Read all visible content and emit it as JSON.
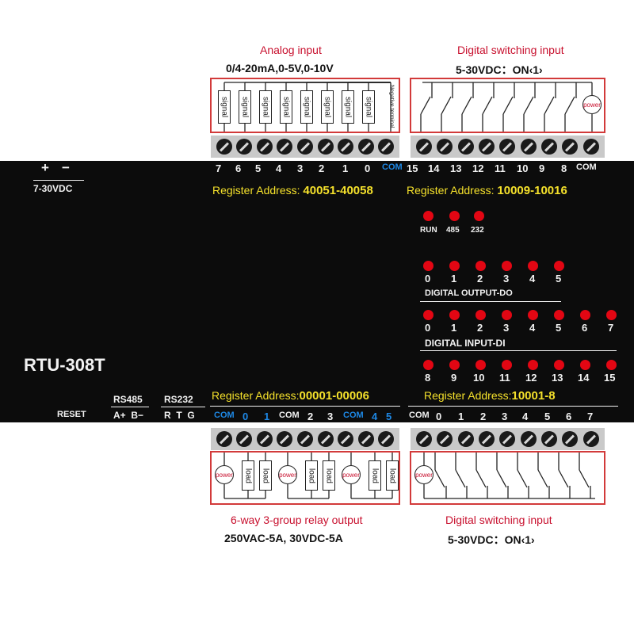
{
  "top_left": {
    "title": "Analog input",
    "spec": "0/4-20mA,0-5V,0-10V",
    "signal_label": "signal",
    "neg_label": "Negative terminal",
    "terminals": [
      "7",
      "6",
      "5",
      "4",
      "3",
      "2",
      "1",
      "0",
      "COM"
    ],
    "register_prefix": "Register Address: ",
    "register_value": "40051-40058"
  },
  "top_right": {
    "title": "Digital switching input",
    "spec": "5-30VDC：ON‹1›",
    "power_label": "power",
    "terminals": [
      "15",
      "14",
      "13",
      "12",
      "11",
      "10",
      "9",
      "8",
      "COM"
    ],
    "register_prefix": "Register Address: ",
    "register_value": "10009-10016"
  },
  "power_in": {
    "plus": "+",
    "minus": "−",
    "range": "7-30VDC"
  },
  "model": "RTU-308T",
  "status": {
    "labels": [
      "RUN",
      "485",
      "232"
    ]
  },
  "do_group": {
    "numbers": [
      "0",
      "1",
      "2",
      "3",
      "4",
      "5"
    ],
    "label": "DIGITAL OUTPUT-DO"
  },
  "di_group": {
    "numbers_a": [
      "0",
      "1",
      "2",
      "3",
      "4",
      "5",
      "6",
      "7"
    ],
    "label": "DIGITAL INPUT-DI",
    "numbers_b": [
      "8",
      "9",
      "10",
      "11",
      "12",
      "13",
      "14",
      "15"
    ]
  },
  "bottom_left": {
    "register_prefix": "Register Address:",
    "register_value": "00001-00006",
    "terminals": [
      {
        "t": "COM",
        "blue": true
      },
      {
        "t": "0",
        "blue": true
      },
      {
        "t": "1",
        "blue": true
      },
      {
        "t": "COM",
        "blue": false
      },
      {
        "t": "2",
        "blue": false
      },
      {
        "t": "3",
        "blue": false
      },
      {
        "t": "COM",
        "blue": true
      },
      {
        "t": "4",
        "blue": true
      },
      {
        "t": "5",
        "blue": true
      }
    ],
    "load_label": "load",
    "power_label": "power",
    "title": "6-way 3-group relay output",
    "spec": "250VAC-5A, 30VDC-5A"
  },
  "bottom_right": {
    "register_prefix": "Register Address:",
    "register_value": "10001-8",
    "terminals": [
      "COM",
      "0",
      "1",
      "2",
      "3",
      "4",
      "5",
      "6",
      "7"
    ],
    "power_label": "power",
    "title": "Digital switching input",
    "spec": "5-30VDC：ON‹1›"
  },
  "comms": {
    "rs485": "RS485",
    "rs485_pins": "A+  B−",
    "rs232": "RS232",
    "rs232_pins": "R  T  G",
    "reset": "RESET"
  },
  "colors": {
    "panel": "#0c0c0c",
    "led": "#e30613",
    "frame": "#d23a3a",
    "register": "#f5e12b",
    "blue_term": "#1e88e5"
  }
}
